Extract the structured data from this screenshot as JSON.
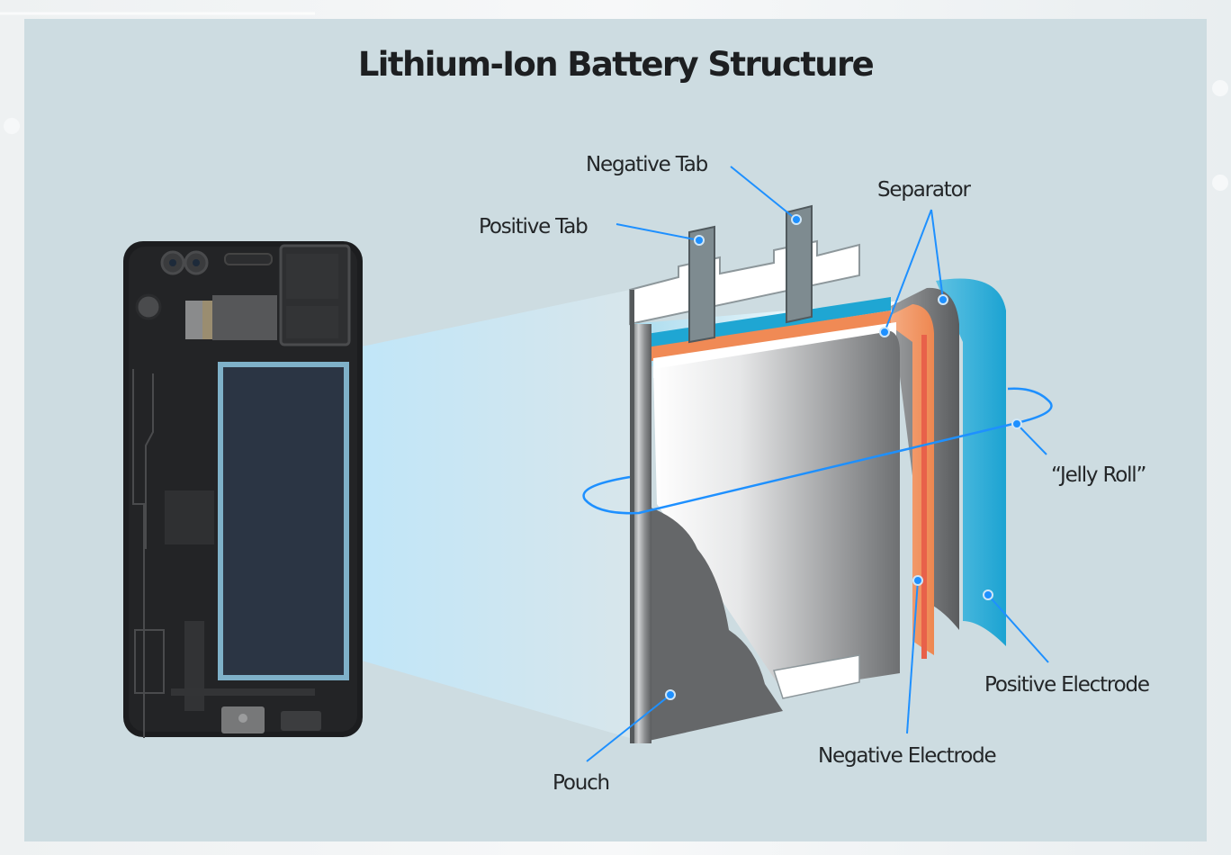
{
  "title": "Lithium-Ion Battery Structure",
  "labels": {
    "negative_tab": "Negative Tab",
    "positive_tab": "Positive Tab",
    "separator": "Separator",
    "jelly_roll": "“Jelly Roll”",
    "positive_electrode": "Positive Electrode",
    "negative_electrode": "Negative Electrode",
    "pouch": "Pouch"
  },
  "colors": {
    "panel_background": "#cddce1",
    "callout_line": "#1e90ff",
    "positive_electrode": "#1fa6d3",
    "negative_electrode": "#f08a55",
    "separator_gray": "#6b6d6f",
    "phone_body": "#1c1d1f",
    "phone_battery": "#2b3544",
    "battery_highlight": "#7fb1c9"
  }
}
